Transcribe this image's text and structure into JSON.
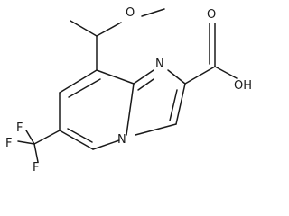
{
  "molecule": {
    "atoms": {
      "methoxy_o": "O",
      "imidazole_n": "N",
      "bridgehead_n": "N",
      "carbonyl_o": "O",
      "hydroxyl": "OH",
      "f_top": "F",
      "f_left": "F",
      "f_bottom": "F"
    }
  }
}
